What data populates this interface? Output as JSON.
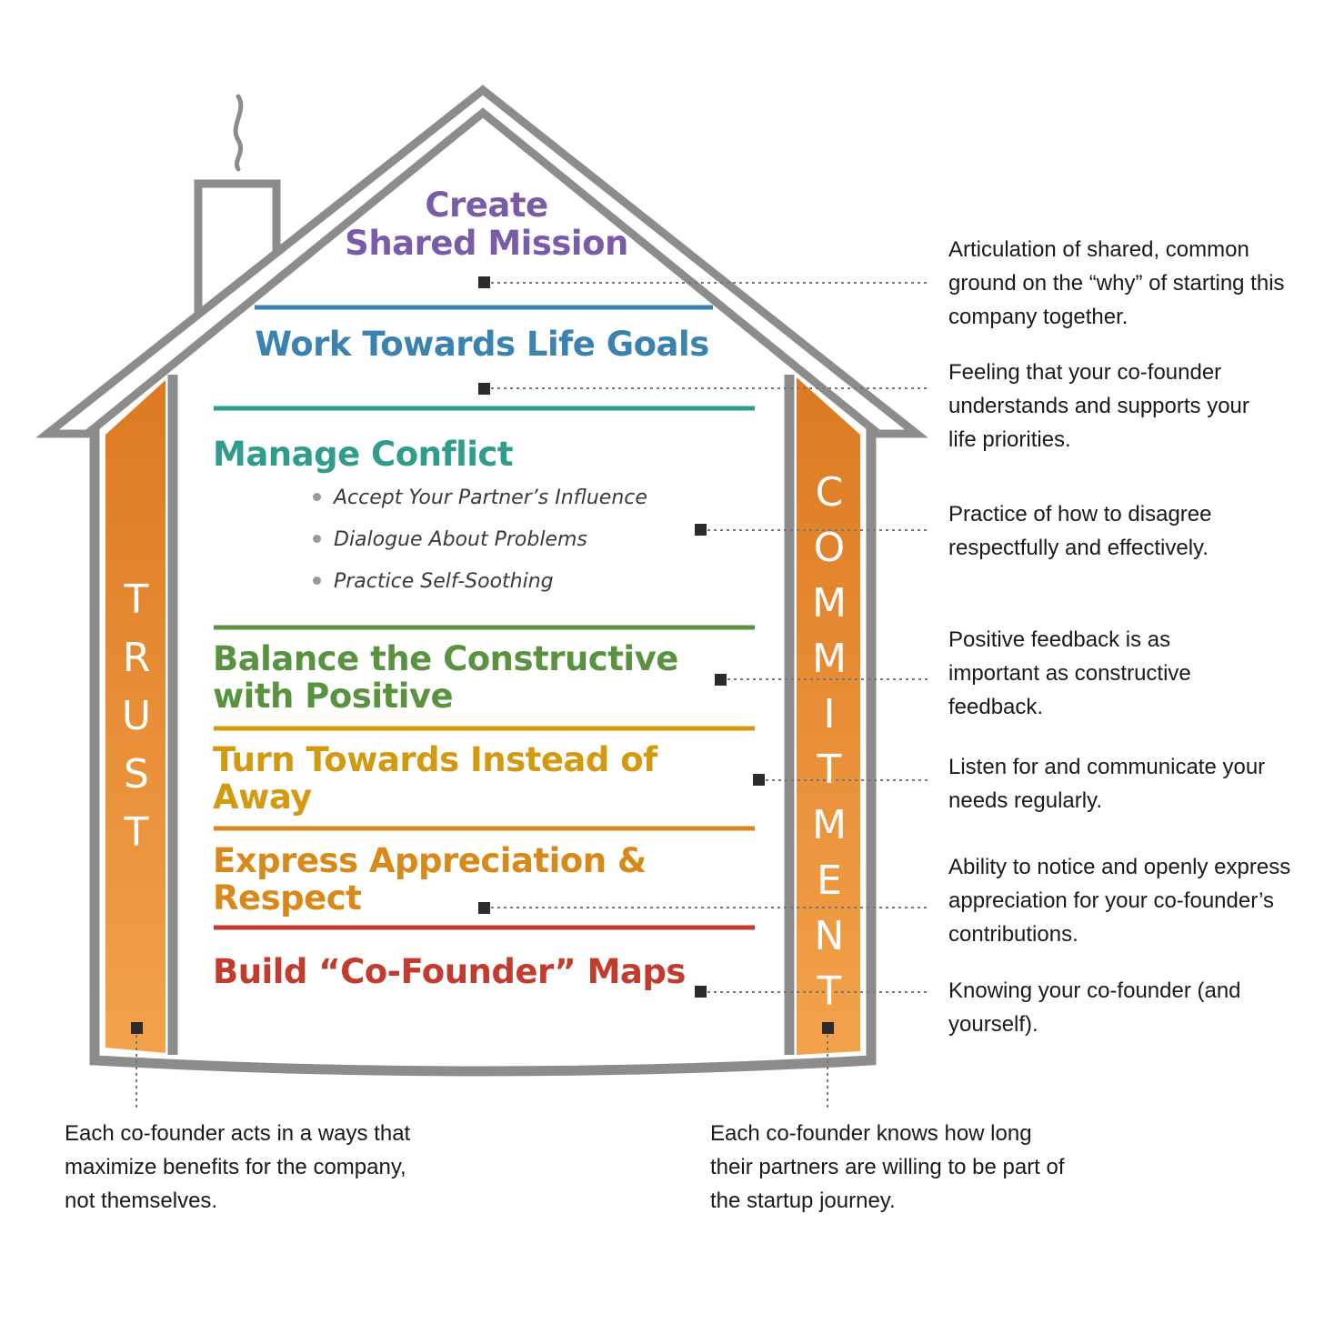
{
  "pillars": {
    "trust": "TRUST",
    "commitment": "COMMITMENT"
  },
  "levels": {
    "mission": {
      "line1": "Create",
      "line2": "Shared Mission",
      "color": "#7a5ba8"
    },
    "life_goals": {
      "title": "Work Towards Life Goals",
      "color": "#3a82b0"
    },
    "conflict": {
      "title": "Manage Conflict",
      "color": "#2f9c8c",
      "bullets": [
        "Accept Your Partner’s Influence",
        "Dialogue About Problems",
        "Practice Self-Soothing"
      ]
    },
    "balance": {
      "title": "Balance the Constructive with Positive",
      "color": "#5a9340"
    },
    "turn_towards": {
      "title": "Turn Towards Instead of Away",
      "color": "#d39a10"
    },
    "appreciation": {
      "title": "Express Appreciation & Respect",
      "color": "#d88919"
    },
    "maps": {
      "title": "Build “Co-Founder” Maps",
      "color": "#c23b2c"
    }
  },
  "annotations": {
    "mission": "Articulation of shared, common ground on the “why” of starting this company together.",
    "life_goals": "Feeling that your co-founder understands and supports your life priorities.",
    "conflict": "Practice of how to disagree respectfully and effectively.",
    "balance": "Positive feedback is as important as constructive feedback.",
    "turn_towards": "Listen for and communicate your needs regularly.",
    "appreciation": "Ability to notice and openly express appreciation for your co-founder’s contributions.",
    "maps": "Knowing your co-founder (and yourself).",
    "trust": "Each co-founder acts in a ways that maximize benefits for the company, not themselves.",
    "commitment": "Each co-founder knows how long their partners are willing to be part of the startup journey."
  },
  "colors": {
    "house_outline": "#8c8c8c",
    "pillar_orange": "#e8862a",
    "marker": "#2b2b2b"
  }
}
